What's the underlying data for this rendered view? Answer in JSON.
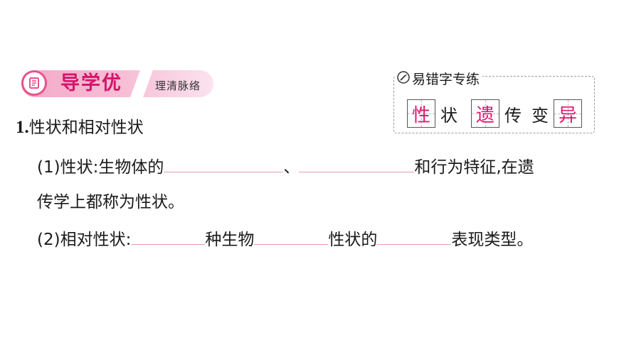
{
  "header": {
    "title": "导学优",
    "subtitle": "理清脉络"
  },
  "practice": {
    "title": "易错字专练",
    "chars": [
      {
        "text": "性",
        "highlight": true
      },
      {
        "text": "状",
        "highlight": false
      },
      {
        "text": "遗",
        "highlight": true
      },
      {
        "text": "传",
        "highlight": false
      },
      {
        "text": "变",
        "highlight": false
      },
      {
        "text": "异",
        "highlight": true
      }
    ]
  },
  "question": {
    "number": "1.",
    "title": "性状和相对性状",
    "item1": {
      "prefix": "(1)性状:生物体的",
      "sep": "、",
      "suffix": "和行为特征,在遗",
      "line2": "传学上都称为性状。"
    },
    "item2": {
      "prefix": "(2)相对性状:",
      "mid1": "种生物",
      "mid2": "性状的",
      "suffix": "表现类型。"
    }
  },
  "colors": {
    "accent": "#d4156a",
    "banner": "#f3a9c8",
    "highlight_char": "#e0176e"
  }
}
